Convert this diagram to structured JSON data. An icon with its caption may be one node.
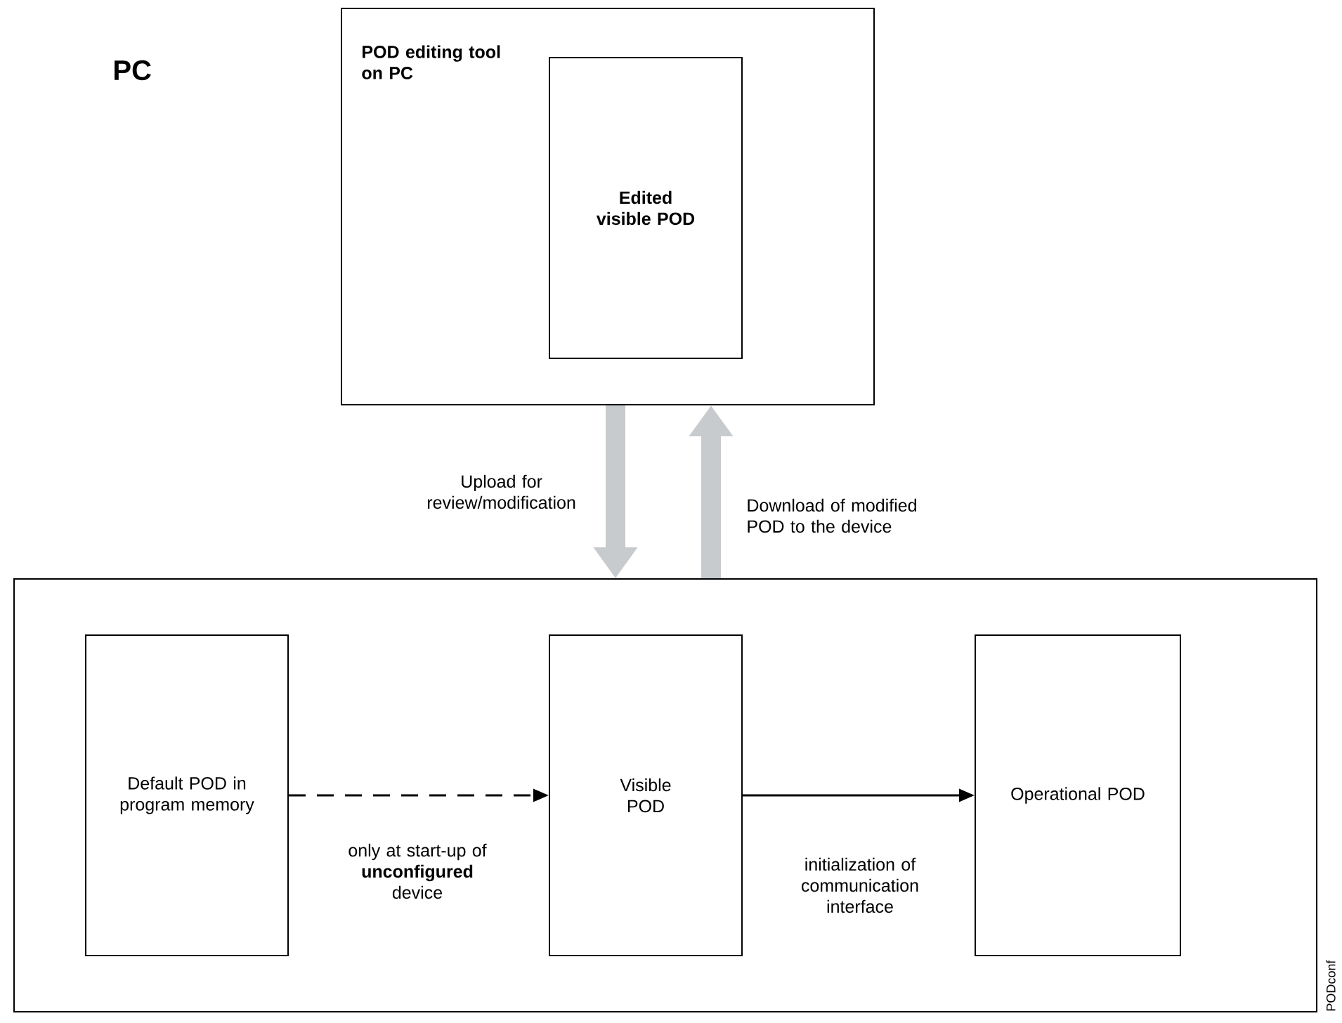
{
  "diagram": {
    "nodes": [
      {
        "text": [
          "POD editing tool on PC"
        ]
      },
      {
        "text": [
          "Edited visible POD"
        ],
        "in": 0
      },
      {
        "text": [],
        "shape": "box"
      },
      {
        "text": [
          "Default POD in program memory"
        ],
        "in": 2
      },
      {
        "text": [
          "Visible POD"
        ],
        "in": 2
      },
      {
        "text": [
          "Operational POD"
        ],
        "in": 2
      }
    ],
    "edges": [
      {
        "from": 0,
        "to": 2,
        "arrow": "to",
        "label": "Upload for review/modification",
        "style": "thick",
        "color": "#c8cbcd"
      },
      {
        "from": 2,
        "to": 0,
        "arrow": "to",
        "label": "Download of modified POD to the device",
        "style": "thick",
        "color": "#c8cbcd"
      },
      {
        "from": 3,
        "to": 4,
        "arrow": "to",
        "label": "only at start-up of **unconfigured** device",
        "style": "dashed",
        "color": "#000000"
      },
      {
        "from": 4,
        "to": 5,
        "arrow": "to",
        "label": "initialization of communication interface",
        "color": "#000000"
      }
    ],
    "labels": [
      "PC",
      "PODconf"
    ]
  }
}
